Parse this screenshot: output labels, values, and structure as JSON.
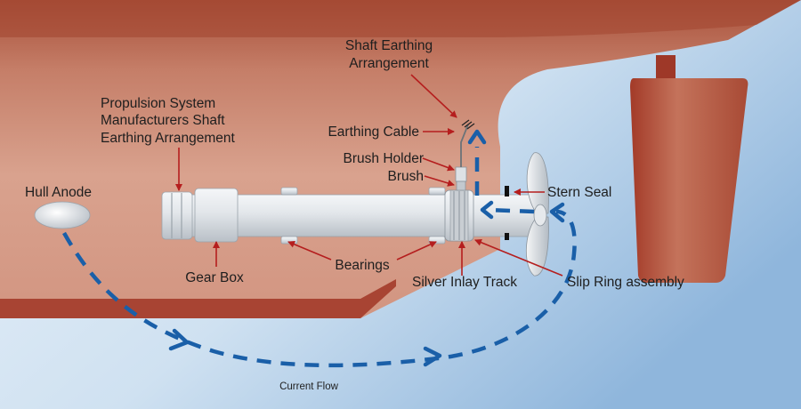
{
  "labels": {
    "shaft_earthing": [
      "Shaft Earthing",
      "Arrangement"
    ],
    "propulsion": [
      "Propulsion System",
      "Manufacturers Shaft",
      "Earthing Arrangement"
    ],
    "earthing_cable": "Earthing Cable",
    "brush_holder": "Brush Holder",
    "brush": "Brush",
    "stern_seal": "Stern Seal",
    "hull_anode": "Hull Anode",
    "gear_box": "Gear Box",
    "bearings": "Bearings",
    "silver_inlay_track": "Silver Inlay Track",
    "slip_ring_assembly": "Slip Ring assembly",
    "current_flow": "Current Flow"
  },
  "colors": {
    "hull": "#b86f58",
    "hull_dark": "#9a3b2b",
    "water": "#c6dcef",
    "shaft": "#dfe3e7",
    "leader": "#b51e1e",
    "current": "#1a5fa8",
    "text": "#1e1e1e"
  }
}
